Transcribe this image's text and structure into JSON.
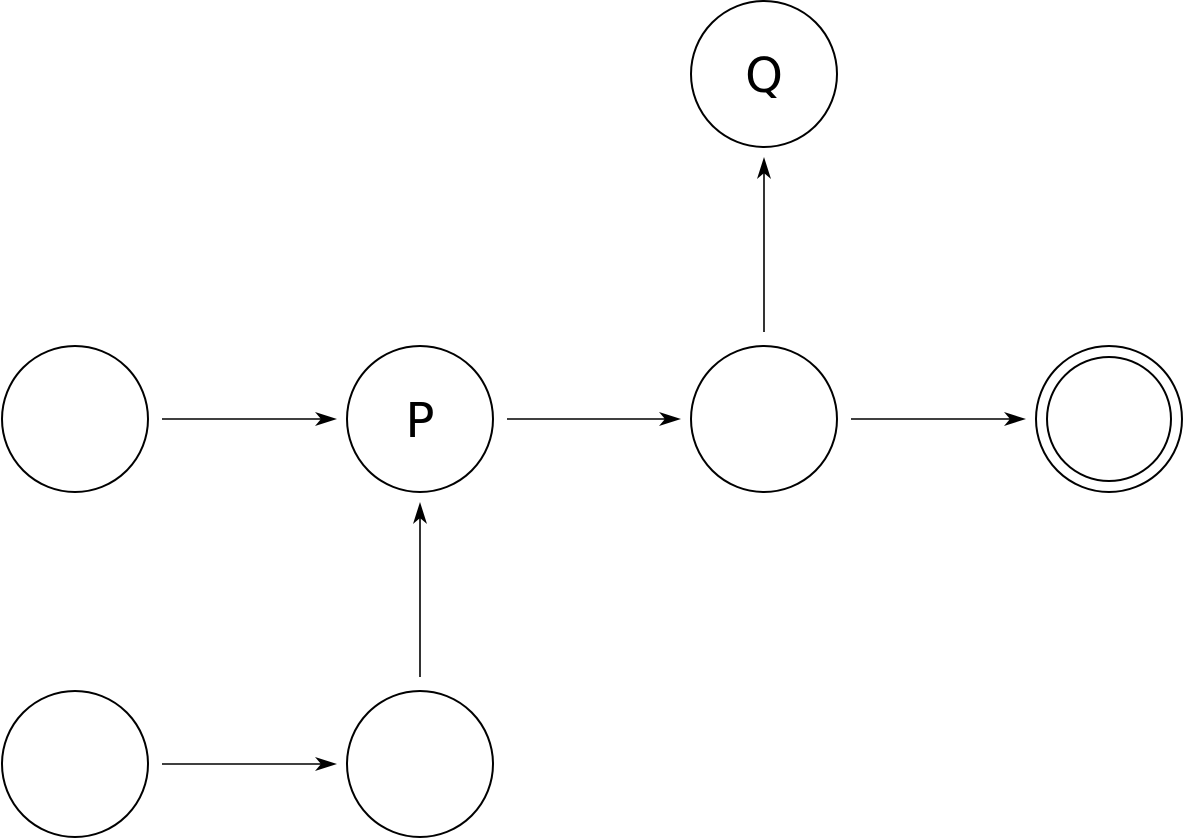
{
  "diagram": {
    "nodes": [
      {
        "id": "n1",
        "label": "",
        "accepting": false
      },
      {
        "id": "p",
        "label": "P",
        "accepting": false
      },
      {
        "id": "n3",
        "label": "",
        "accepting": false
      },
      {
        "id": "accept",
        "label": "",
        "accepting": true
      },
      {
        "id": "q",
        "label": "Q",
        "accepting": false
      },
      {
        "id": "n5",
        "label": "",
        "accepting": false
      },
      {
        "id": "n6",
        "label": "",
        "accepting": false
      }
    ],
    "edges": [
      {
        "from": "n1",
        "to": "p"
      },
      {
        "from": "p",
        "to": "n3"
      },
      {
        "from": "n3",
        "to": "accept"
      },
      {
        "from": "n3",
        "to": "q"
      },
      {
        "from": "n5",
        "to": "n6"
      },
      {
        "from": "n6",
        "to": "p"
      }
    ]
  }
}
